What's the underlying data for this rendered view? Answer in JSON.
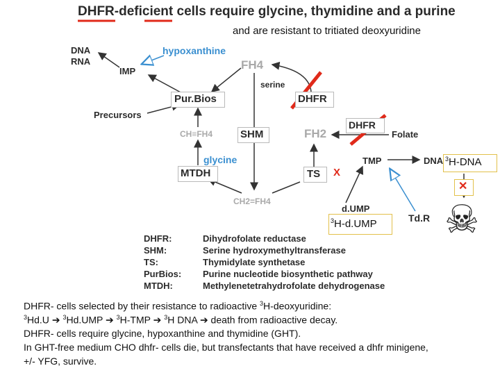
{
  "title": {
    "hl1": "DHFR",
    "rest": "-deficient cells require glycine, thymidine and a purine"
  },
  "subtitle": "and are resistant to tritiated deoxyuridine",
  "nodes": {
    "dna": "DNA",
    "rna": "RNA",
    "imp": "IMP",
    "hypoxanthine": "hypoxanthine",
    "fh4": "FH4",
    "serine": "serine",
    "purbios": "Pur.Bios",
    "dhfr": "DHFR",
    "precursors": "Precursors",
    "ch_fh4": "CH≡FH4",
    "shm": "SHM",
    "fh2": "FH2",
    "dhfr2": "DHFR",
    "folate": "Folate",
    "glycine": "glycine",
    "mtdh": "MTDH",
    "ts": "TS",
    "x": "X",
    "tmp": "TMP",
    "dna2": "DNA",
    "h3dna": "H-DNA",
    "ch2_fh4": "CH2=FH4",
    "dump": "d.UMP",
    "h3dump": "H-d.UMP",
    "tdr": "Td.R",
    "x2": "✕",
    "skull": "☠",
    "sup3": "3"
  },
  "legend": [
    {
      "key": "DHFR:",
      "value": "Dihydrofolate reductase"
    },
    {
      "key": "SHM:",
      "value": "Serine hydroxymethyltransferase"
    },
    {
      "key": "TS:",
      "value": "Thymidylate synthetase"
    },
    {
      "key": "PurBios:",
      "value": "Purine nucleotide biosynthetic pathway"
    },
    {
      "key": "MTDH:",
      "value": "Methylenetetrahydrofolate dehydrogenase"
    }
  ],
  "bottom": {
    "l1a": "DHFR-  cells selected by their resistance to radioactive ",
    "l1b": "H-deoxyuridine:",
    "l2a": "Hd.U ",
    "l2b": " ",
    "l2c": "Hd.UMP ",
    "l2d": " ",
    "l2e": "H-TMP ",
    "l2f": " ",
    "l2g": "H DNA ",
    "l2h": " death from radioactive decay.",
    "arrow": "➔",
    "l3": "DHFR- cells require glycine, hypoxanthine and thymidine (GHT).",
    "l4": "In GHT-free medium CHO dhfr- cells die, but transfectants that have received a dhfr minigene,",
    "l5": "+/- YFG,  survive."
  },
  "colors": {
    "red": "#e02a1a",
    "blue": "#3a8fd0",
    "gray": "#a9a9a9",
    "yellow": "#e2c04a"
  }
}
